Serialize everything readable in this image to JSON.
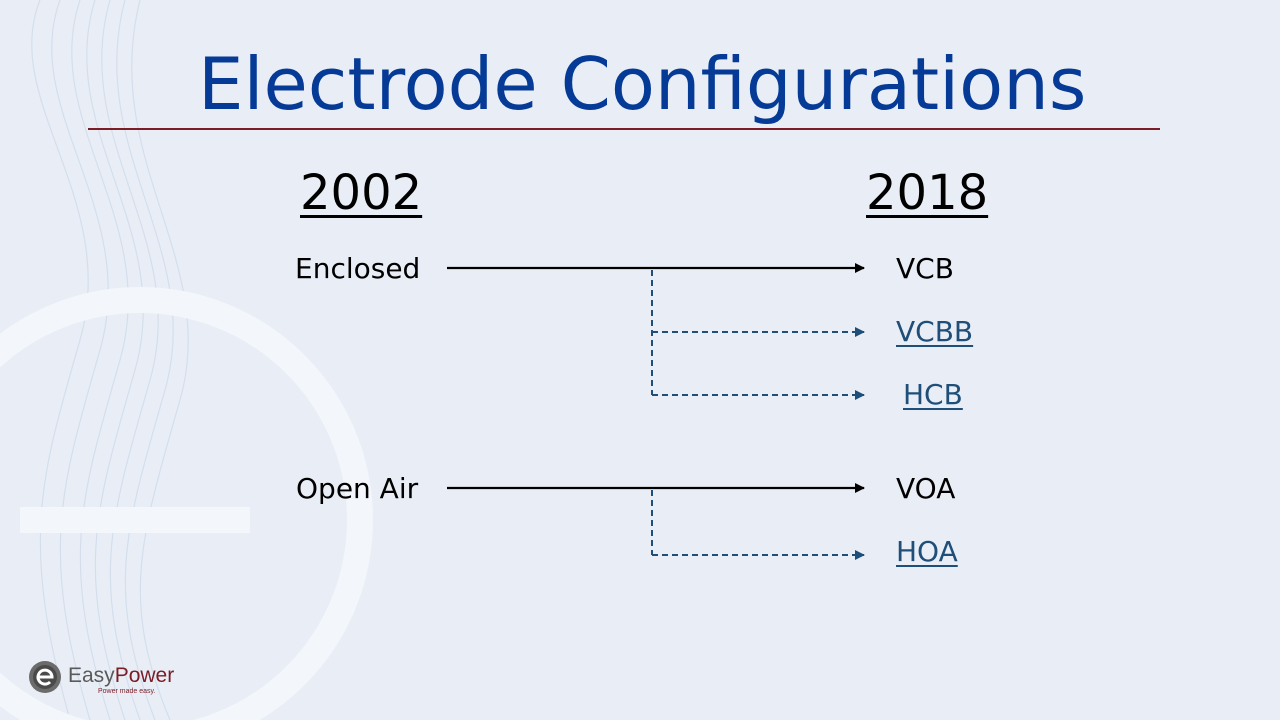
{
  "title": "Electrode Configurations",
  "columns": {
    "left": "2002",
    "right": "2018"
  },
  "groups": [
    {
      "source": "Enclosed",
      "targets": [
        {
          "label": "VCB",
          "style": "solid"
        },
        {
          "label": "VCBB",
          "style": "dashed",
          "link": true
        },
        {
          "label": "HCB",
          "style": "dashed",
          "link": true
        }
      ]
    },
    {
      "source": "Open Air",
      "targets": [
        {
          "label": "VOA",
          "style": "solid"
        },
        {
          "label": "HOA",
          "style": "dashed",
          "link": true
        }
      ]
    }
  ],
  "logo": {
    "name_part1": "Easy",
    "name_part2": "Power",
    "tagline": "Power made easy."
  },
  "colors": {
    "title": "#053b96",
    "rule": "#7a1d27",
    "dashed_arrow": "#1f4e79",
    "solid_arrow": "#000000"
  }
}
